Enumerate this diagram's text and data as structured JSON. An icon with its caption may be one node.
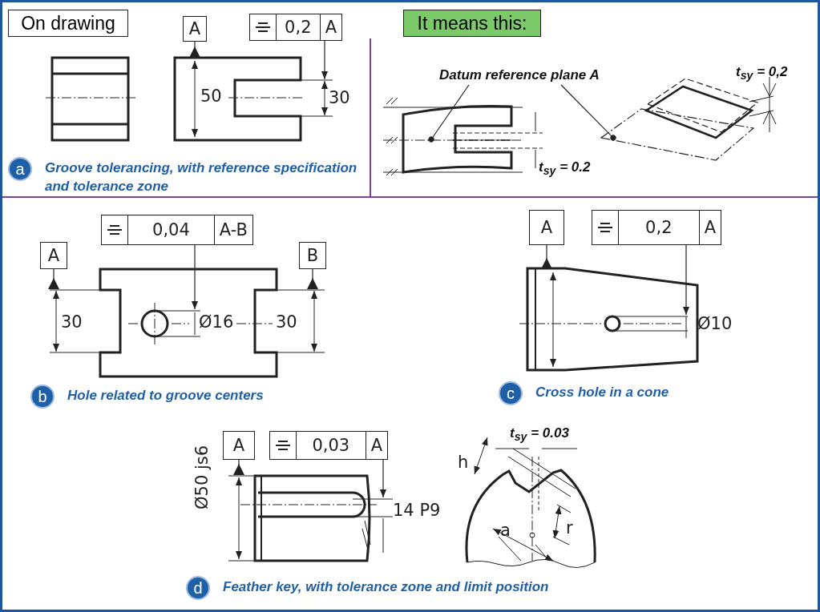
{
  "diagram": {
    "nodes": [
      {
        "text": [
          "On drawing"
        ]
      },
      {
        "text": [
          "A"
        ]
      },
      {
        "text": [
          "0,2",
          "A"
        ]
      },
      {
        "text": [
          "It means this:"
        ]
      },
      {
        "text": [
          "Datum reference plane A"
        ]
      },
      {
        "text": [
          "a"
        ],
        "beside": [
          "Groove tolerancing, with reference specification and tolerance zone"
        ]
      },
      {
        "text": [
          "0,04",
          "A-B"
        ]
      },
      {
        "text": [
          "A"
        ]
      },
      {
        "text": [
          "B"
        ]
      },
      {
        "text": [
          "A"
        ]
      },
      {
        "text": [
          "0,2",
          "A"
        ]
      },
      {
        "text": [
          "b"
        ],
        "beside": [
          "Hole related to groove centers"
        ]
      },
      {
        "text": [
          "c"
        ],
        "beside": [
          "Cross hole in a cone"
        ]
      },
      {
        "text": [
          "A"
        ]
      },
      {
        "text": [
          "0,03",
          "A"
        ]
      },
      {
        "text": [
          "d"
        ],
        "beside": [
          "Feather key, with tolerance zone and limit position"
        ]
      },
      {
        "text": [],
        "shape": "picture"
      },
      {
        "text": [],
        "shape": "picture"
      },
      {
        "text": [],
        "shape": "picture"
      },
      {
        "text": [],
        "shape": "picture"
      },
      {
        "text": [],
        "shape": "picture"
      },
      {
        "text": [],
        "shape": "picture"
      }
    ],
    "edges": [
      {
        "from": 1,
        "to": 16,
        "arrow": "other"
      },
      {
        "from": 2,
        "to": 16,
        "arrow": "to"
      },
      {
        "from": 4,
        "to": 17,
        "arrow": "other"
      },
      {
        "from": 4,
        "to": 18,
        "arrow": "other"
      },
      {
        "from": 6,
        "to": 19,
        "arrow": "to"
      },
      {
        "from": 7,
        "to": 19,
        "arrow": "other"
      },
      {
        "from": 8,
        "to": 19,
        "arrow": "other"
      },
      {
        "from": 9,
        "to": 20,
        "arrow": "other"
      },
      {
        "from": 10,
        "to": 20,
        "arrow": "to"
      },
      {
        "from": 13,
        "to": 21,
        "arrow": "other"
      },
      {
        "from": 14,
        "to": 21,
        "arrow": "to"
      }
    ],
    "labels": [
      "50",
      "30",
      "t$_{sy}$ = 0,2",
      "t$_{sy}$ = 0.2",
      "30",
      "Ø16",
      "30",
      "Ø10",
      "Ø50 js6",
      "14 P9",
      "t$_{sy}$ = 0.03",
      "h",
      "a",
      "r"
    ]
  }
}
